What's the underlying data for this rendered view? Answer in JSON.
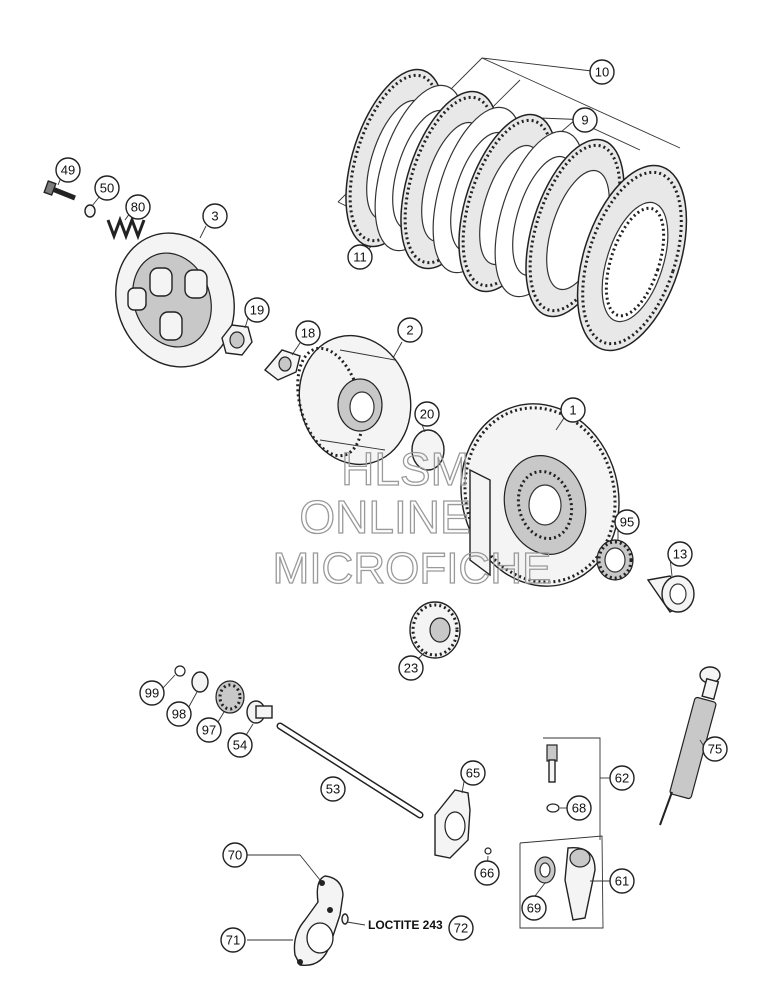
{
  "watermark": {
    "line1": "HLSM",
    "line2": "ONLINE",
    "line3": "MICROFICHE"
  },
  "note": "LOCTITE 243",
  "callouts": [
    {
      "id": "c10",
      "label": "10"
    },
    {
      "id": "c9",
      "label": "9"
    },
    {
      "id": "c11",
      "label": "11"
    },
    {
      "id": "c49",
      "label": "49"
    },
    {
      "id": "c50",
      "label": "50"
    },
    {
      "id": "c80",
      "label": "80"
    },
    {
      "id": "c3",
      "label": "3"
    },
    {
      "id": "c19",
      "label": "19"
    },
    {
      "id": "c18",
      "label": "18"
    },
    {
      "id": "c2",
      "label": "2"
    },
    {
      "id": "c20",
      "label": "20"
    },
    {
      "id": "c1",
      "label": "1"
    },
    {
      "id": "c95",
      "label": "95"
    },
    {
      "id": "c13",
      "label": "13"
    },
    {
      "id": "c23",
      "label": "23"
    },
    {
      "id": "c99",
      "label": "99"
    },
    {
      "id": "c98",
      "label": "98"
    },
    {
      "id": "c97",
      "label": "97"
    },
    {
      "id": "c54",
      "label": "54"
    },
    {
      "id": "c53",
      "label": "53"
    },
    {
      "id": "c65",
      "label": "65"
    },
    {
      "id": "c62",
      "label": "62"
    },
    {
      "id": "c68",
      "label": "68"
    },
    {
      "id": "c75",
      "label": "75"
    },
    {
      "id": "c70",
      "label": "70"
    },
    {
      "id": "c66",
      "label": "66"
    },
    {
      "id": "c61",
      "label": "61"
    },
    {
      "id": "c69",
      "label": "69"
    },
    {
      "id": "c71",
      "label": "71"
    },
    {
      "id": "c72",
      "label": "72"
    }
  ]
}
